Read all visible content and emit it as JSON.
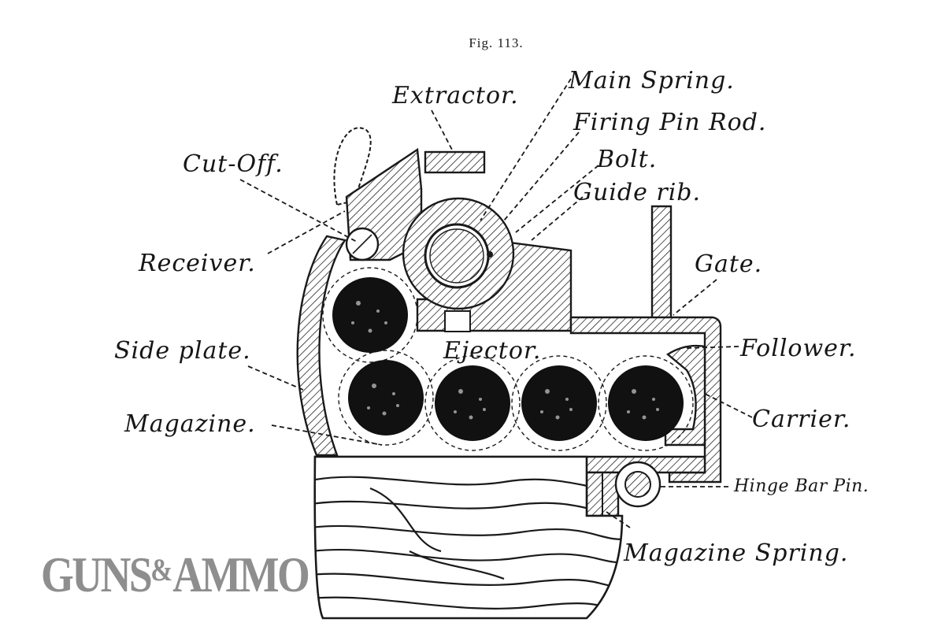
{
  "figure": {
    "caption": "Fig. 113."
  },
  "labels": {
    "extractor": "Extractor.",
    "main_spring": "Main Spring.",
    "firing_pin_rod": "Firing Pin Rod.",
    "bolt": "Bolt.",
    "guide_rib": "Guide rib.",
    "cut_off": "Cut-Off.",
    "receiver": "Receiver.",
    "gate": "Gate.",
    "side_plate": "Side plate.",
    "ejector": "Ejector.",
    "follower": "Follower.",
    "magazine": "Magazine.",
    "carrier": "Carrier.",
    "hinge_bar_pin": "Hinge Bar Pin.",
    "magazine_spring": "Magazine Spring."
  },
  "watermark": {
    "part1": "GUNS",
    "amp": "&",
    "part2": "AMMO"
  }
}
